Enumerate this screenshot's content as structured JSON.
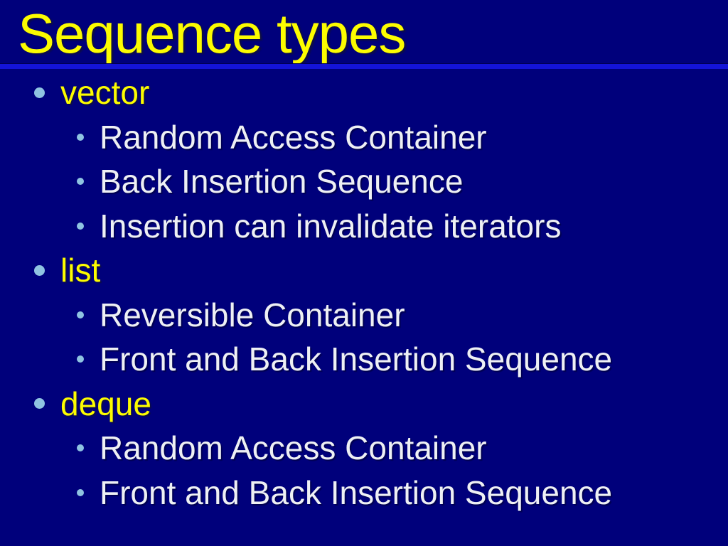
{
  "slide": {
    "title": "Sequence types",
    "colors": {
      "background": "#00007b",
      "title": "#fcfc00",
      "rule": "#1414d8",
      "bullet": "#8fc3e1",
      "body-text": "#eef0f4",
      "level1-text": "#fcfc00"
    },
    "items": [
      {
        "level": 1,
        "text": "vector"
      },
      {
        "level": 2,
        "text": "Random Access Container"
      },
      {
        "level": 2,
        "text": "Back Insertion Sequence"
      },
      {
        "level": 2,
        "text": "Insertion can invalidate iterators"
      },
      {
        "level": 1,
        "text": "list"
      },
      {
        "level": 2,
        "text": "Reversible Container"
      },
      {
        "level": 2,
        "text": "Front and Back Insertion Sequence"
      },
      {
        "level": 1,
        "text": "deque"
      },
      {
        "level": 2,
        "text": "Random Access Container"
      },
      {
        "level": 2,
        "text": "Front and Back Insertion Sequence"
      }
    ]
  }
}
